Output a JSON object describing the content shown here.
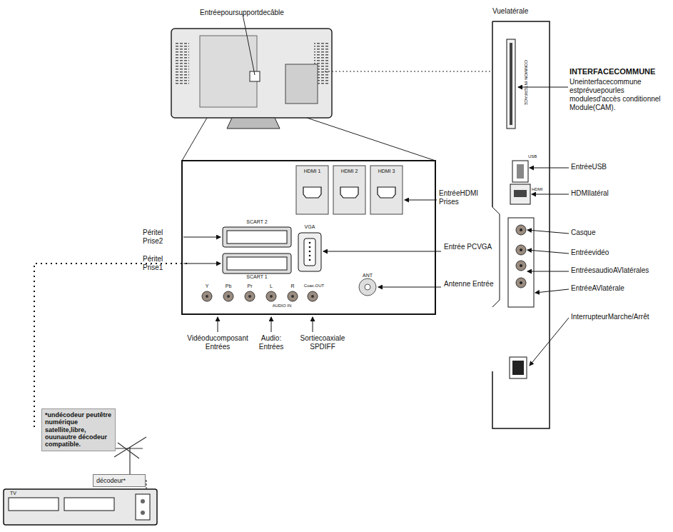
{
  "diagram": {
    "nodes": [
      {
        "text": [
          "*undécodeur peutêtre numérique satellite,libre, ouunautre décodeur compatible."
        ]
      },
      {
        "text": [
          "décodeur*"
        ]
      }
    ],
    "labels": [
      "Entréepoursupportdecâble",
      "Vuelatérale",
      "INTERFACECOMMUNE",
      "Uneinterfacecommune estprévuepourles modulesd'accès conditionnel Module(CAM).",
      "EntréeUSB",
      "HDMIlatéral",
      "Casque",
      "Entréevidéo",
      "EntréesaudioAVlatérales",
      "EntréeAVlatérale",
      "InterrupteurMarche/Arrêt",
      "EntréeHDMI Prises",
      "Entrée PCVGA",
      "Antenne Entrée",
      "Péritel Prise2",
      "Péritel Prise1",
      "Vidéoducomposant Entrées",
      "Audio: Entrées",
      "Sortiecoaxiale SPDIFF",
      "HDMI 1",
      "HDMI 2",
      "HDMI 3",
      "SCART 2",
      "SCART 1",
      "VGA",
      "ANT",
      "Y",
      "Pb",
      "Pr",
      "L",
      "R",
      "AUDIO IN",
      "Coax.OUT",
      "COMMON INTERFACE",
      "USB",
      "HDMI",
      "TV"
    ]
  }
}
